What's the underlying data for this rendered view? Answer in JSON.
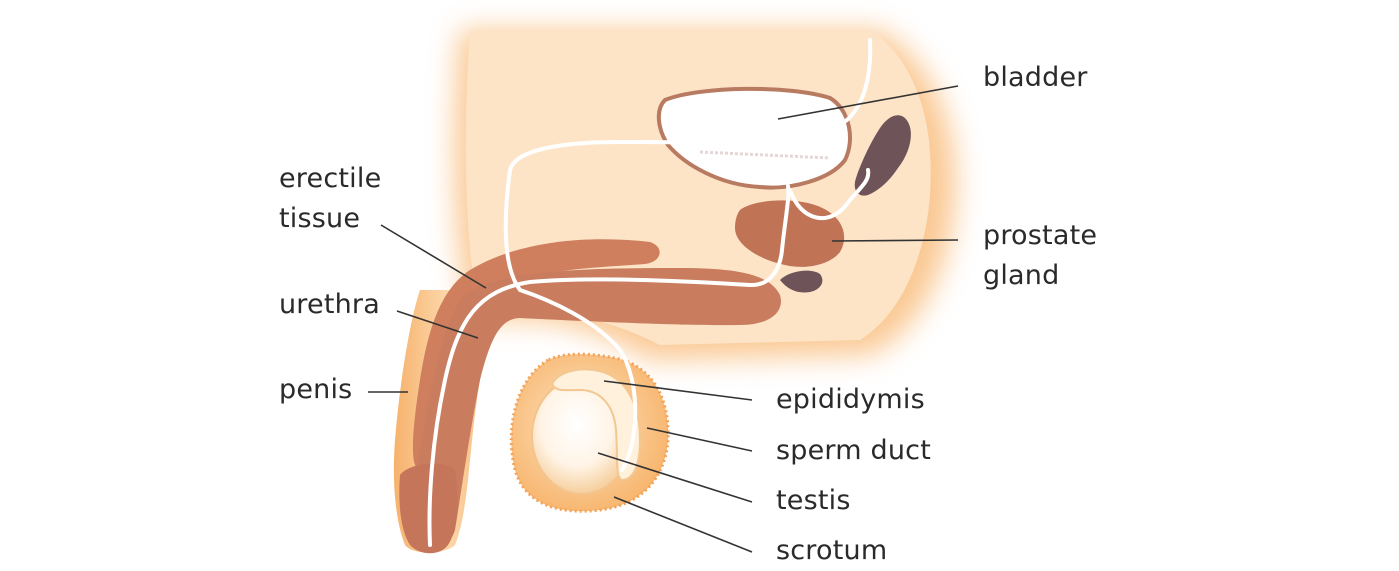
{
  "labels": {
    "bladder": "bladder",
    "prostate_line1": "prostate",
    "prostate_line2": "gland",
    "erectile_line1": "erectile",
    "erectile_line2": "tissue",
    "urethra": "urethra",
    "penis": "penis",
    "epididymis": "epididymis",
    "sperm_duct": "sperm duct",
    "testis": "testis",
    "scrotum": "scrotum"
  },
  "colors": {
    "skin_glow": "#f8b772",
    "skin_light": "#fde7cc",
    "erectile_tissue": "#c97c5e",
    "erectile_dark": "#b9694f",
    "prostate": "#c07355",
    "bladder_outline": "#b87a60",
    "seminal_vesicle": "#6e5459",
    "duct": "#ffffff",
    "leader_line": "#333333",
    "text": "#2a2a2a"
  }
}
